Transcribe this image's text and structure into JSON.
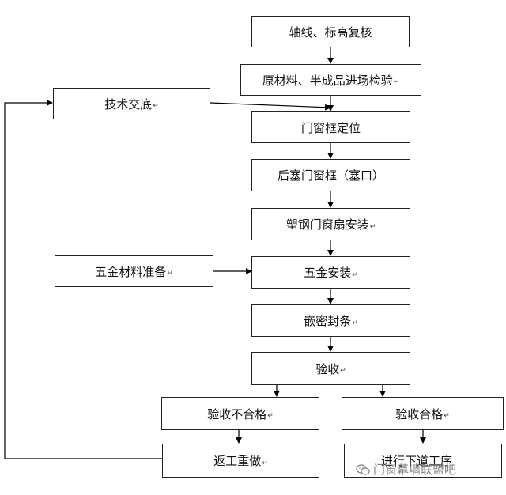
{
  "flowchart": {
    "steps": {
      "axis_check": "轴线、标高复核",
      "material_inspection": "原材料、半成品进场检验",
      "technical_briefing": "技术交底",
      "frame_positioning": "门窗框定位",
      "frame_filling": "后塞门窗框（塞口）",
      "sash_install": "塑钢门窗扇安装",
      "hardware_prep": "五金材料准备",
      "hardware_install": "五金安装",
      "seal_strip": "嵌密封条",
      "acceptance": "验收",
      "acceptance_fail": "验收不合格",
      "acceptance_pass": "验收合格",
      "rework": "返工重做",
      "next_process": "进行下道工序"
    },
    "paragraph_mark": "↵"
  },
  "watermark": {
    "text": "门窗幕墙联盟吧",
    "icon": "wechat-icon"
  }
}
